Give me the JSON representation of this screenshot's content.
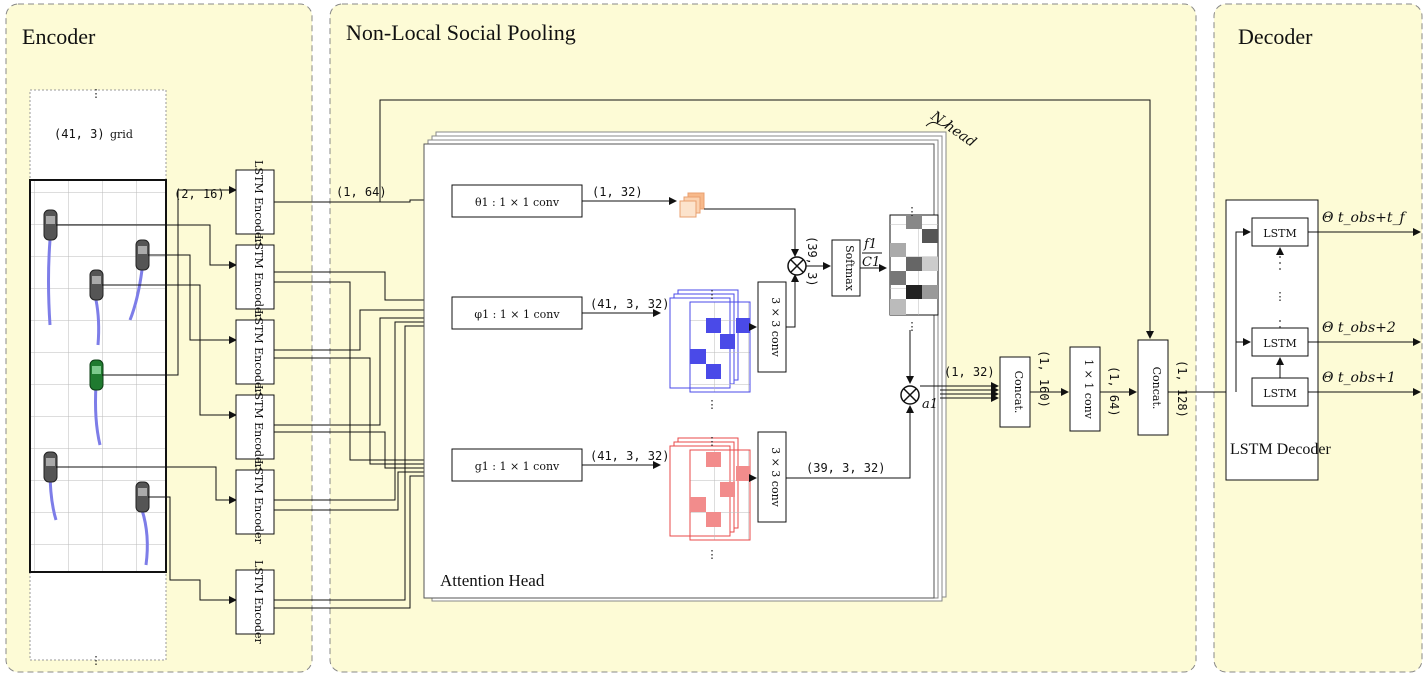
{
  "panels": {
    "encoder": "Encoder",
    "pooling": "Non-Local Social Pooling",
    "decoder": "Decoder"
  },
  "grid_label_dims": "(41, 3)",
  "grid_label_word": "grid",
  "lstm_encoder": "LSTM Encoder",
  "dims": {
    "encoder_out": "(2, 16)",
    "theta_in": "(1, 64)",
    "theta_out": "(1, 32)",
    "phi_out": "(41, 3, 32)",
    "g_out": "(41, 3, 32)",
    "conv_g_out": "(39, 3, 32)",
    "conv_phi_out": "(39, 3)",
    "att_out": "(1, 32)",
    "concat1_out": "(1, 160)",
    "conv1_out": "(1, 64)",
    "concat2_out": "(1, 128)"
  },
  "blocks": {
    "theta": "θ1 : 1 × 1 conv",
    "phi": "φ1 : 1 × 1 conv",
    "g": "g1 : 1 × 1 conv",
    "conv3": "3 × 3 conv",
    "softmax": "Softmax",
    "concat": "Concat.",
    "conv1": "1 × 1 conv",
    "lstm": "LSTM"
  },
  "labels": {
    "f1": "f1",
    "c1": "C1",
    "a1": "a1",
    "nhead": "N head",
    "attention_head": "Attention Head",
    "lstm_decoder": "LSTM Decoder",
    "out1": "Θ t_obs+1",
    "out2": "Θ t_obs+2",
    "outf": "Θ t_obs+t_f"
  },
  "colors": {
    "panel_fill": "#fdfbd6",
    "panel_border": "#888888",
    "blue": "#4a4ae8",
    "red": "#e84a4a",
    "orange": "#f7b98a",
    "car_green": "#1f7a2f",
    "trajectory": "#7d7de8"
  }
}
